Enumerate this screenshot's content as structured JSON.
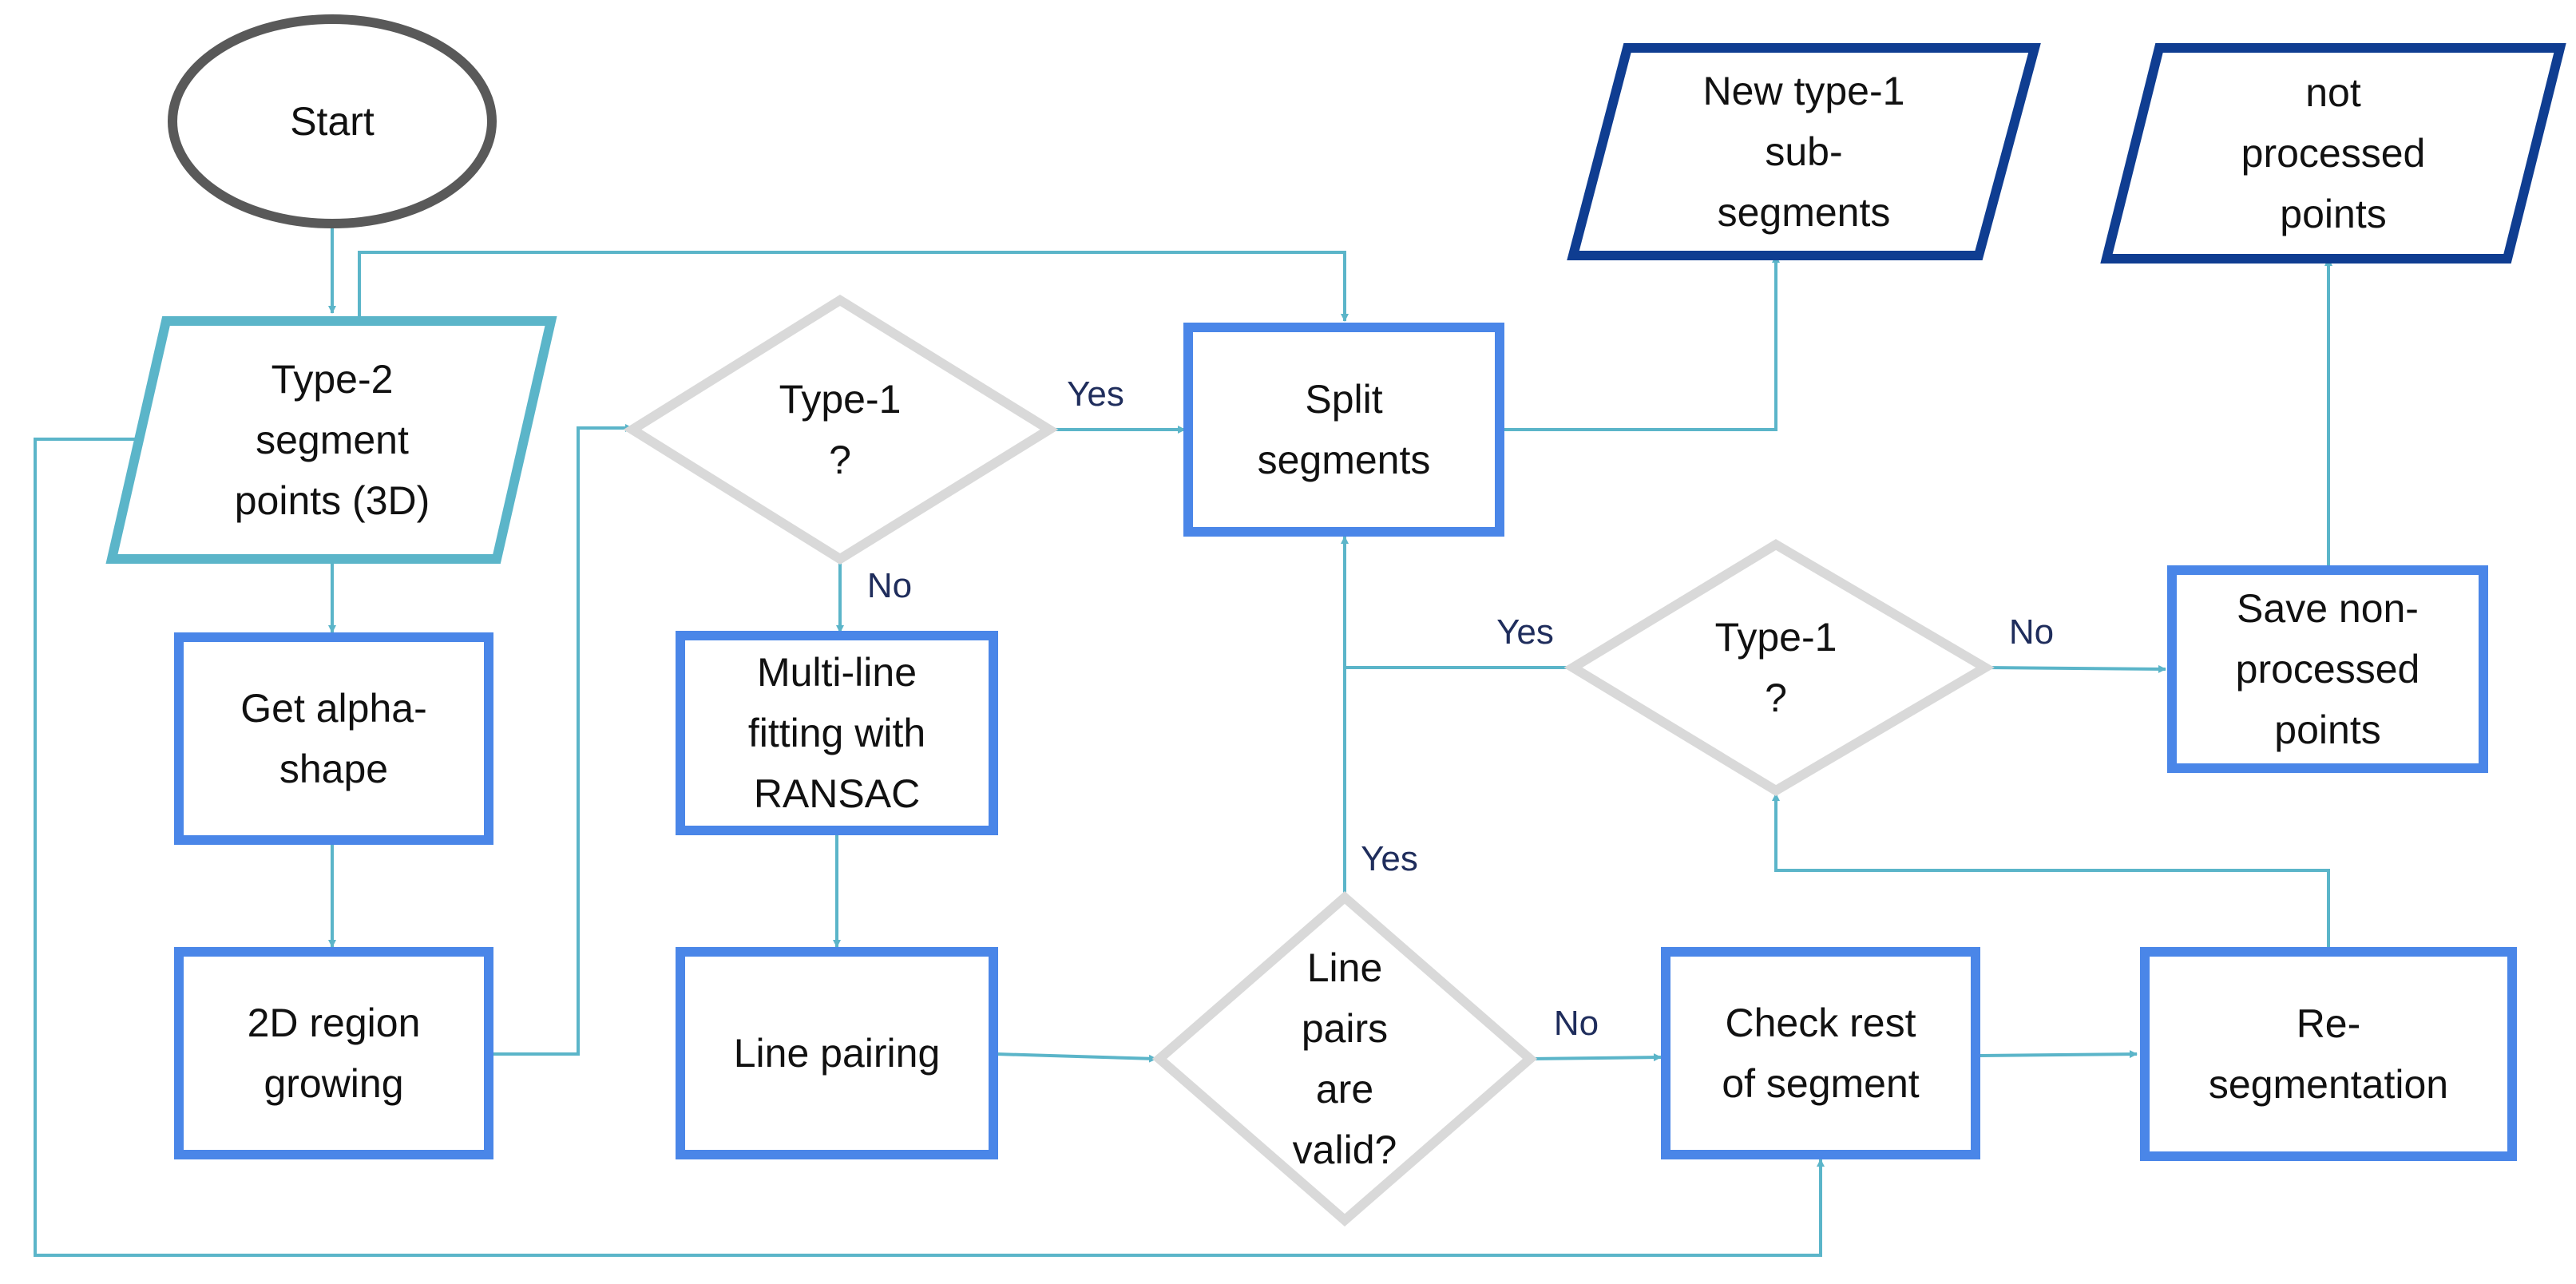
{
  "colors": {
    "process_border": "#4a86e8",
    "input_border": "#5bb5c9",
    "output_border": "#0f3d91",
    "decision_border": "#d9d9d9",
    "terminal_border": "#595959",
    "connector": "#5bb5c9",
    "edge_label": "#1f2d5c",
    "text": "#111111"
  },
  "nodes": {
    "start": {
      "lines": [
        "Start"
      ]
    },
    "type2_points": {
      "lines": [
        "Type-2",
        "segment",
        "points (3D)"
      ]
    },
    "alpha_shape": {
      "lines": [
        "Get alpha-",
        "shape"
      ]
    },
    "region_growing": {
      "lines": [
        "2D region",
        "growing"
      ]
    },
    "decision_type1_top": {
      "lines": [
        "Type-1",
        "?"
      ]
    },
    "ransac": {
      "lines": [
        "Multi-line",
        "fitting with",
        "RANSAC"
      ]
    },
    "line_pairing": {
      "lines": [
        "Line pairing"
      ]
    },
    "split_segments": {
      "lines": [
        "Split",
        "segments"
      ]
    },
    "new_type1": {
      "lines": [
        "New type-1",
        "sub-",
        "segments"
      ]
    },
    "not_processed": {
      "lines": [
        "not",
        "processed",
        "points"
      ]
    },
    "decision_type1_right": {
      "lines": [
        "Type-1",
        "?"
      ]
    },
    "save_nonprocessed": {
      "lines": [
        "Save non-",
        "processed",
        "points"
      ]
    },
    "decision_line_pairs": {
      "lines": [
        "Line",
        "pairs",
        "are",
        "valid?"
      ]
    },
    "check_rest": {
      "lines": [
        "Check rest",
        "of segment"
      ]
    },
    "resegmentation": {
      "lines": [
        "Re-",
        "segmentation"
      ]
    }
  },
  "edge_labels": {
    "yes_top": "Yes",
    "no_top": "No",
    "yes_right": "Yes",
    "no_right": "No",
    "yes_pairs": "Yes",
    "no_pairs": "No"
  }
}
